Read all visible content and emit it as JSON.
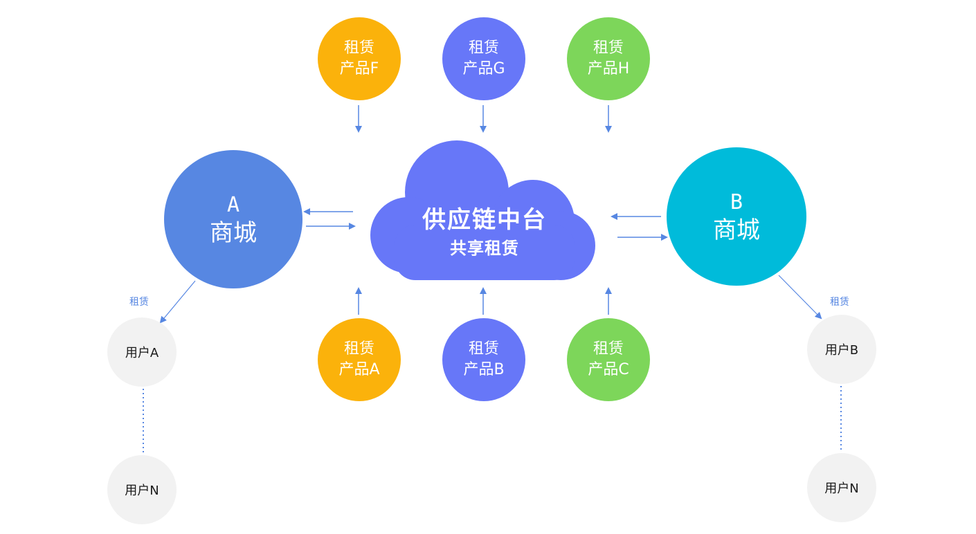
{
  "center": {
    "title": "供应链中台",
    "subtitle": "共享租赁"
  },
  "products_top": [
    {
      "line1": "租赁",
      "line2": "产品F",
      "color": "#FBB20B"
    },
    {
      "line1": "租赁",
      "line2": "产品G",
      "color": "#6777F8"
    },
    {
      "line1": "租赁",
      "line2": "产品H",
      "color": "#7DD65A"
    }
  ],
  "products_bottom": [
    {
      "line1": "租赁",
      "line2": "产品A",
      "color": "#FBB20B"
    },
    {
      "line1": "租赁",
      "line2": "产品B",
      "color": "#6777F8"
    },
    {
      "line1": "租赁",
      "line2": "产品C",
      "color": "#7DD65A"
    }
  ],
  "mall_a": {
    "letter": "A",
    "label": "商城",
    "color": "#5787E2"
  },
  "mall_b": {
    "letter": "B",
    "label": "商城",
    "color": "#00BBDA"
  },
  "rent_label_a": "租赁",
  "rent_label_b": "租赁",
  "users_a": [
    "用户A",
    "用户N"
  ],
  "users_b": [
    "用户B",
    "用户N"
  ],
  "colors": {
    "arrow": "#5787E2",
    "cloud": "#6777F8",
    "user_bg": "#F2F2F2"
  }
}
